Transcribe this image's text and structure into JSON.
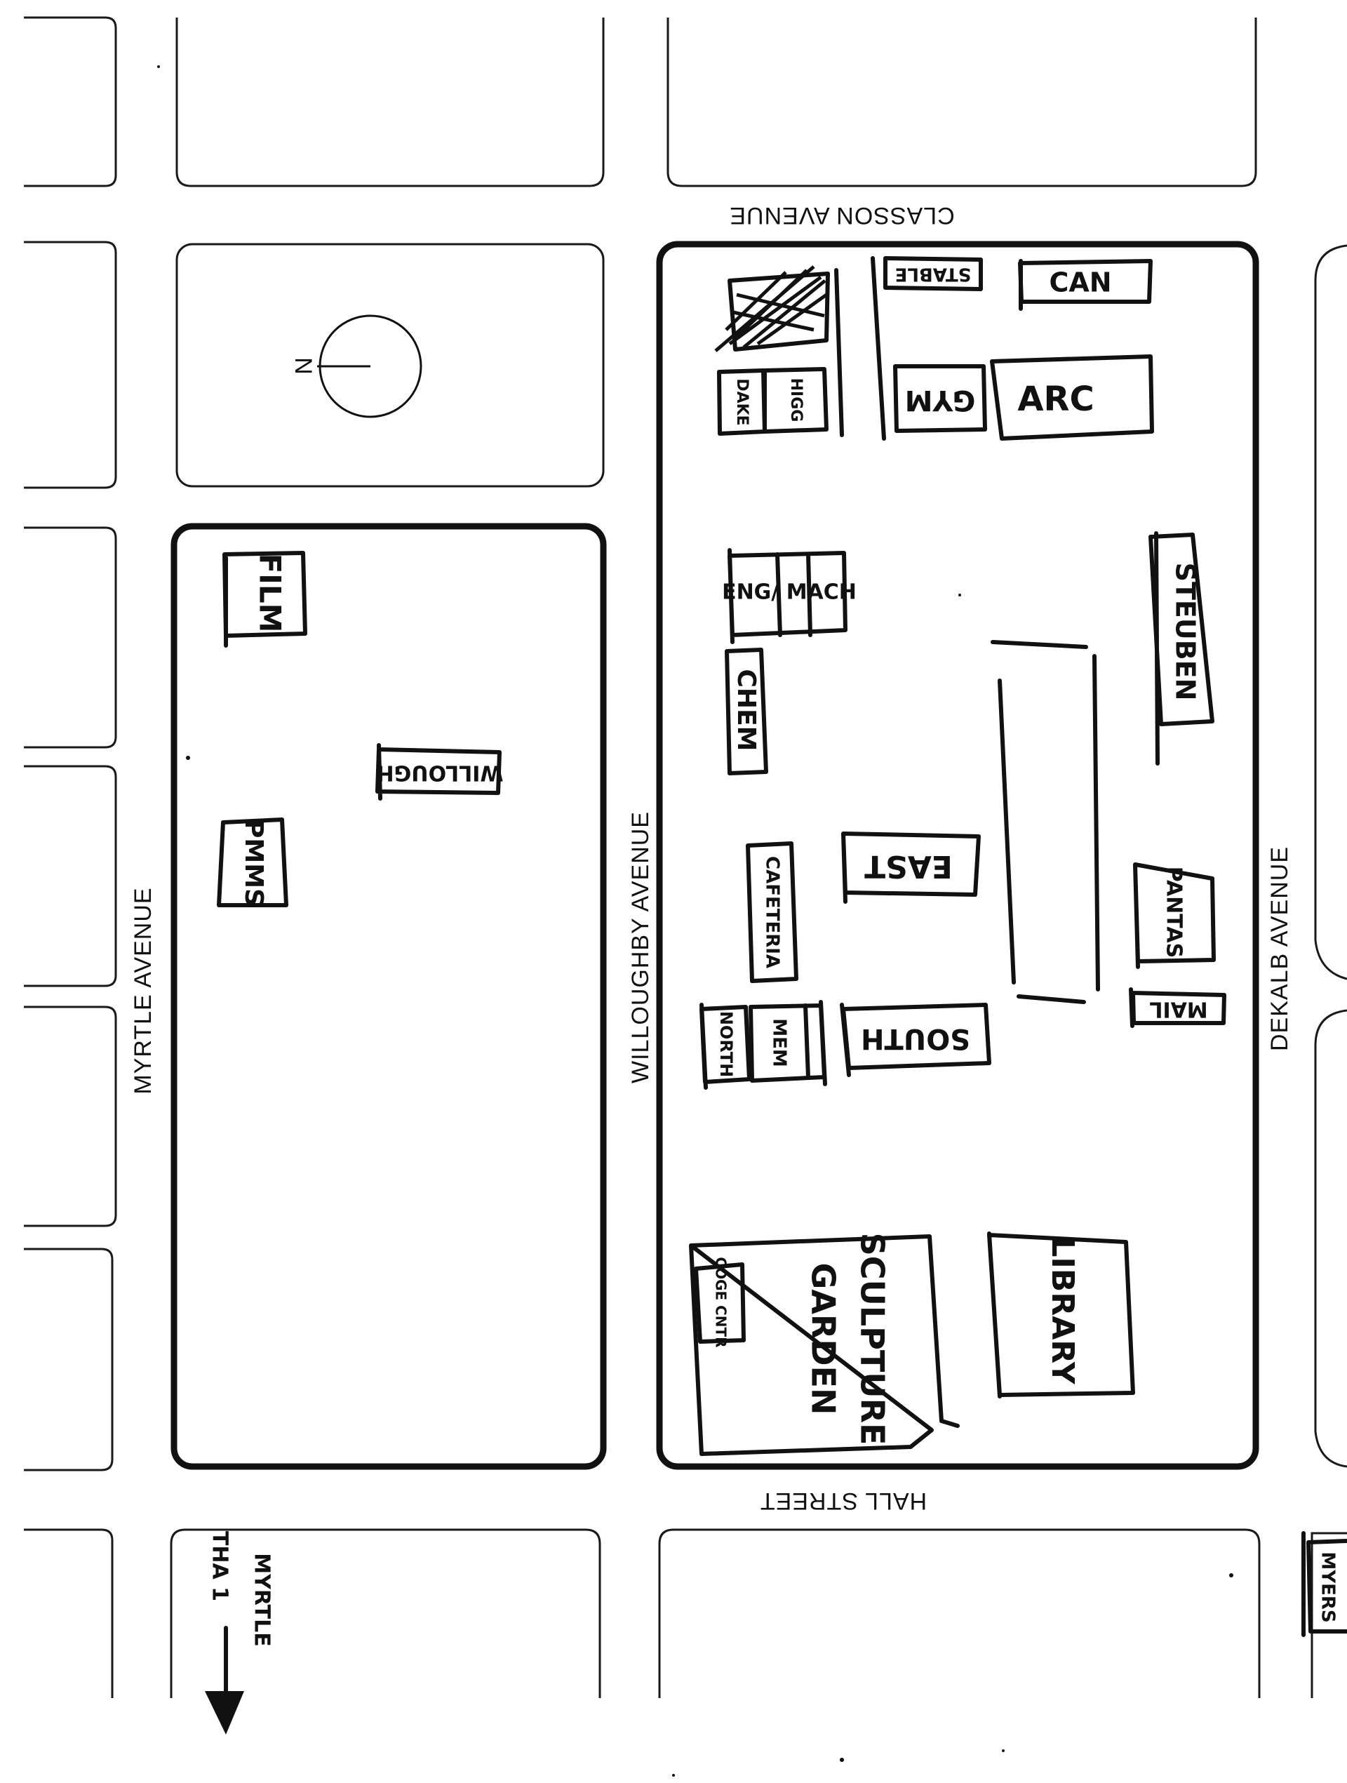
{
  "map": {
    "north_label": "N",
    "streets": {
      "classon": "CLASSON AVENUE",
      "myrtle": "MYRTLE AVENUE",
      "willoughby": "WILLOUGHBY AVENUE",
      "dekalb": "DEKALB AVENUE",
      "hall": "HALL STREET"
    },
    "buildings": {
      "film": "FILM",
      "willough": "WILLOUGH",
      "pmms": "PMMS",
      "stable": "STABLE",
      "can": "CAN",
      "gym": "GYM",
      "arc": "ARC",
      "dake": "DAKE",
      "higgins": "HIGG",
      "eng_mach": "ENG/ MACH",
      "stevsen": "STEUBEN",
      "chem": "CHEM",
      "east": "EAST",
      "cafeteria": "CAFETERIA",
      "pantas": "PANTAS",
      "mail": "MAIL",
      "north": "NORTH",
      "mem": "MEM",
      "south": "SOUTH",
      "library": "LIBRARY",
      "sculpture_garden_1": "SCULPTURE",
      "sculpture_garden_2": "GARDEN",
      "coge_center": "COGE CNTR",
      "myrtle_hall": "MYRTLE",
      "myrtle_hall_2": "THA 1",
      "myers": "MYERS"
    }
  }
}
